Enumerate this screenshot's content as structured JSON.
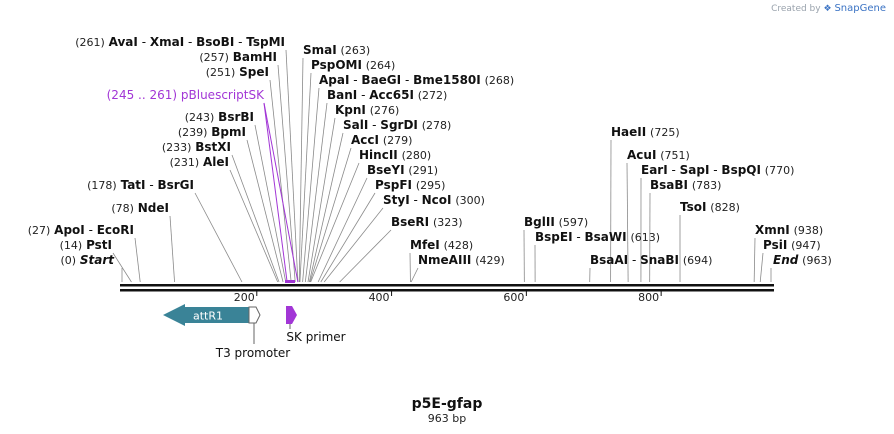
{
  "credit": {
    "label": "Created by",
    "brand": "SnapGene"
  },
  "title": "p5E-gfap",
  "subtitle": "963 bp",
  "axis": {
    "length": 963,
    "ticks": [
      "200",
      "400",
      "600",
      "800"
    ]
  },
  "sites": [
    {
      "pos": "(261)",
      "enz": [
        "AvaI",
        "XmaI",
        "BsoBI",
        "TspMI"
      ]
    },
    {
      "pos": "(257)",
      "enz": [
        "BamHI"
      ]
    },
    {
      "pos": "(251)",
      "enz": [
        "SpeI"
      ]
    },
    {
      "pos": "(243)",
      "enz": [
        "BsrBI"
      ]
    },
    {
      "pos": "(239)",
      "enz": [
        "BpmI"
      ]
    },
    {
      "pos": "(233)",
      "enz": [
        "BstXI"
      ]
    },
    {
      "pos": "(231)",
      "enz": [
        "AleI"
      ]
    },
    {
      "pos": "(178)",
      "enz": [
        "TatI",
        "BsrGI"
      ]
    },
    {
      "pos": "(78)",
      "enz": [
        "NdeI"
      ]
    },
    {
      "pos": "(27)",
      "enz": [
        "ApoI",
        "EcoRI"
      ]
    },
    {
      "pos": "(14)",
      "enz": [
        "PstI"
      ]
    },
    {
      "pos": "(0)",
      "enz": [
        "Start"
      ],
      "italic": true
    },
    {
      "pos": "(263)",
      "enz": [
        "SmaI"
      ]
    },
    {
      "pos": "(264)",
      "enz": [
        "PspOMI"
      ]
    },
    {
      "pos": "(268)",
      "enz": [
        "ApaI",
        "BaeGI",
        "Bme1580I"
      ]
    },
    {
      "pos": "(272)",
      "enz": [
        "BanI",
        "Acc65I"
      ]
    },
    {
      "pos": "(276)",
      "enz": [
        "KpnI"
      ]
    },
    {
      "pos": "(278)",
      "enz": [
        "SalI",
        "SgrDI"
      ]
    },
    {
      "pos": "(279)",
      "enz": [
        "AccI"
      ]
    },
    {
      "pos": "(280)",
      "enz": [
        "HincII"
      ]
    },
    {
      "pos": "(291)",
      "enz": [
        "BseYI"
      ]
    },
    {
      "pos": "(295)",
      "enz": [
        "PspFI"
      ]
    },
    {
      "pos": "(300)",
      "enz": [
        "StyI",
        "NcoI"
      ]
    },
    {
      "pos": "(323)",
      "enz": [
        "BseRI"
      ]
    },
    {
      "pos": "(428)",
      "enz": [
        "MfeI"
      ]
    },
    {
      "pos": "(429)",
      "enz": [
        "NmeAIII"
      ]
    },
    {
      "pos": "(597)",
      "enz": [
        "BglII"
      ]
    },
    {
      "pos": "(613)",
      "enz": [
        "BspEI",
        "BsaWI"
      ]
    },
    {
      "pos": "(694)",
      "enz": [
        "BsaAI",
        "SnaBI"
      ]
    },
    {
      "pos": "(725)",
      "enz": [
        "HaeII"
      ]
    },
    {
      "pos": "(751)",
      "enz": [
        "AcuI"
      ]
    },
    {
      "pos": "(770)",
      "enz": [
        "EarI",
        "SapI",
        "BspQI"
      ]
    },
    {
      "pos": "(783)",
      "enz": [
        "BsaBI"
      ]
    },
    {
      "pos": "(828)",
      "enz": [
        "TsoI"
      ]
    },
    {
      "pos": "(938)",
      "enz": [
        "XmnI"
      ]
    },
    {
      "pos": "(947)",
      "enz": [
        "PsiI"
      ]
    },
    {
      "pos": "(963)",
      "enz": [
        "End"
      ],
      "italic": true
    }
  ],
  "primer_site": {
    "pos": "(245 .. 261)",
    "name": "pBluescriptSK",
    "color": "#a236d6"
  },
  "features": [
    {
      "name": "attR1",
      "color": "#3a8397"
    },
    {
      "name": "T3 promoter",
      "color": "#ffffff"
    },
    {
      "name": "SK primer",
      "color": "#a236d6"
    }
  ]
}
